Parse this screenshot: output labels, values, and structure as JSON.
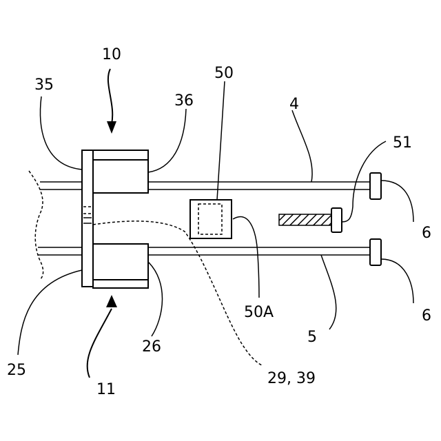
{
  "figure": {
    "reference_labels": {
      "unit_upper": "10",
      "unit_lower": "11",
      "guide_rail_upper": "4",
      "guide_rail_lower": "5",
      "end_stop": "6",
      "sensor": "50",
      "sensor_detection_area": "50A",
      "actuator": "51",
      "upper_left_plate": "35",
      "upper_motor": "36",
      "lower_left_plate": "25",
      "lower_motor": "26",
      "connection": "29, 39"
    }
  }
}
